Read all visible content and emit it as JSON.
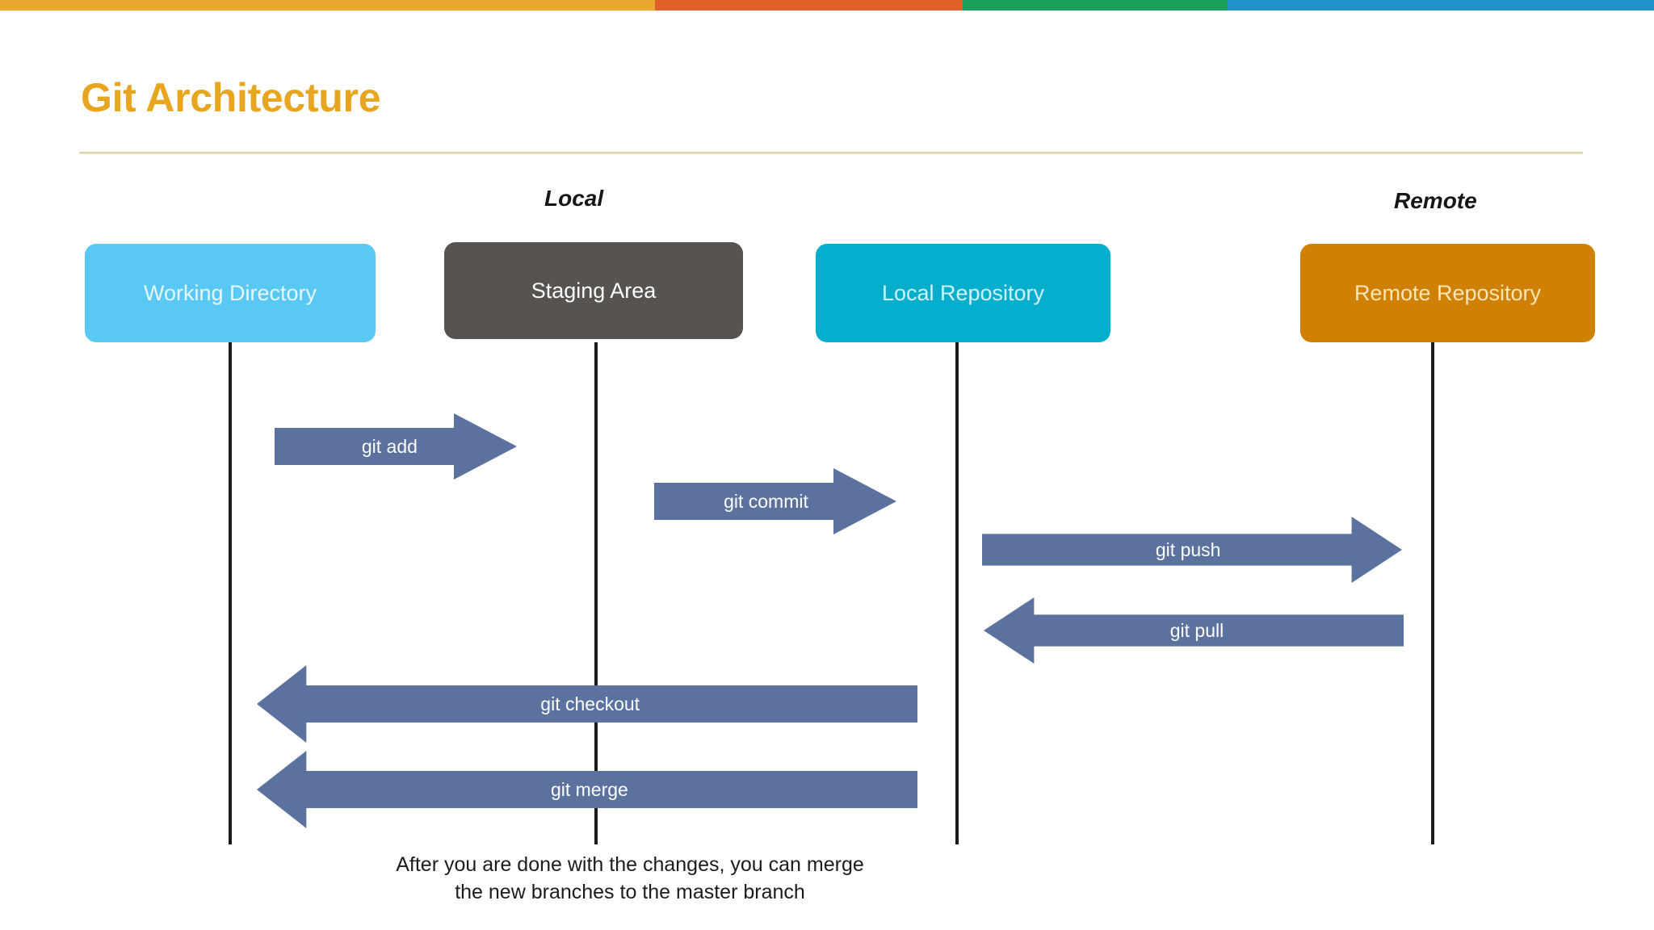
{
  "topbar": {
    "segments": [
      {
        "name": "yellow",
        "color": "#e8a730"
      },
      {
        "name": "orange",
        "color": "#e0602a"
      },
      {
        "name": "green",
        "color": "#19a05a"
      },
      {
        "name": "blue",
        "color": "#2091ca"
      }
    ]
  },
  "header": {
    "title": "Git Architecture",
    "title_color": "#e8a51f",
    "rule_color": "#cfc9a6"
  },
  "zones": {
    "local": "Local",
    "remote": "Remote"
  },
  "nodes": [
    {
      "key": "working",
      "label": "Working Directory",
      "fill": "#59c8f5",
      "text_color": "#e6f8ff"
    },
    {
      "key": "staging",
      "label": "Staging Area",
      "fill": "#565350",
      "text_color": "#ffffff"
    },
    {
      "key": "localrepo",
      "label": "Local Repository",
      "fill": "#06aecd",
      "text_color": "#cef3fb"
    },
    {
      "key": "remoterepo",
      "label": "Remote Repository",
      "fill": "#cf8005",
      "text_color": "#fbe6b5"
    }
  ],
  "arrows": [
    {
      "key": "add",
      "label": "git add",
      "direction": "right",
      "from": "Working Directory",
      "to": "Staging Area",
      "color": "#5b719e"
    },
    {
      "key": "commit",
      "label": "git commit",
      "direction": "right",
      "from": "Staging Area",
      "to": "Local Repository",
      "color": "#5b719e"
    },
    {
      "key": "push",
      "label": "git push",
      "direction": "right",
      "from": "Local Repository",
      "to": "Remote Repository",
      "color": "#5b719e"
    },
    {
      "key": "pull",
      "label": "git pull",
      "direction": "left",
      "from": "Remote Repository",
      "to": "Local Repository",
      "color": "#5b719e"
    },
    {
      "key": "checkout",
      "label": "git checkout",
      "direction": "left",
      "from": "Local Repository",
      "to": "Working Directory",
      "color": "#5b719e"
    },
    {
      "key": "merge",
      "label": "git merge",
      "direction": "left",
      "from": "Local Repository",
      "to": "Working Directory",
      "color": "#5b719e"
    }
  ],
  "caption": {
    "line1": "After you are done with the changes, you can merge",
    "line2": "the new branches to the master branch"
  }
}
